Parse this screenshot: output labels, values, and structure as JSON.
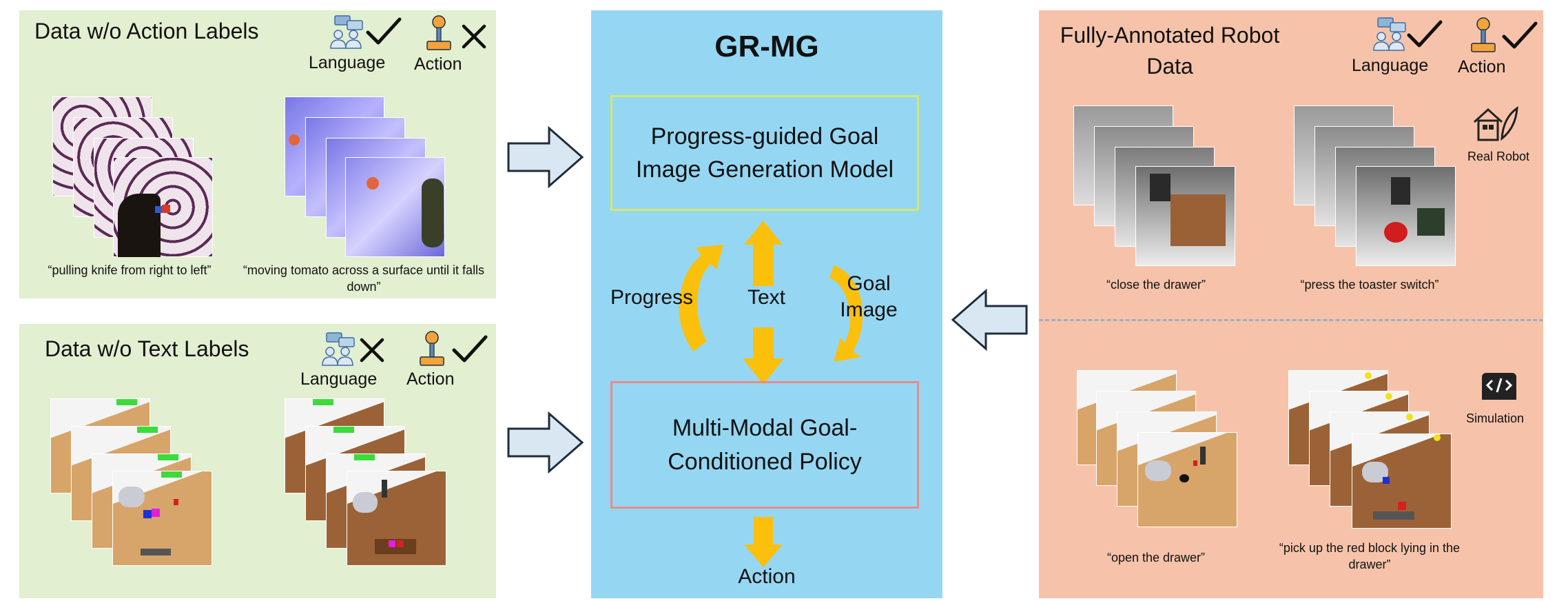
{
  "colors": {
    "green_panel": "#e2efd0",
    "blue_panel": "#95d7f3",
    "orange_panel": "#f6c3aa",
    "yellow_arrow": "#fbc00c",
    "gen_box_border": "#d4e86b",
    "policy_box_border": "#e98a8a",
    "light_arrow_fill": "#d8e7f2",
    "dark_outline": "#1f2d3a"
  },
  "left_top": {
    "title": "Data w/o Action Labels",
    "language_label": "Language",
    "action_label": "Action",
    "language_status": "check",
    "action_status": "cross",
    "captions": [
      "“pulling knife from right to left”",
      "“moving tomato across a surface until it falls down”"
    ]
  },
  "left_bottom": {
    "title": "Data w/o Text Labels",
    "language_label": "Language",
    "action_label": "Action",
    "language_status": "cross",
    "action_status": "check"
  },
  "center": {
    "title": "GR-MG",
    "gen_model": "Progress-guided Goal Image Generation Model",
    "progress": "Progress",
    "text": "Text",
    "goal_image": "Goal Image",
    "policy": "Multi-Modal Goal-Conditioned Policy",
    "action": "Action"
  },
  "right": {
    "title": "Fully-Annotated Robot Data",
    "language_label": "Language",
    "action_label": "Action",
    "language_status": "check",
    "action_status": "check",
    "real_robot_label": "Real Robot",
    "simulation_label": "Simulation",
    "real_captions": [
      "“close the drawer”",
      "“press the toaster switch”"
    ],
    "sim_captions": [
      "“open the drawer”",
      "“pick up the red block lying in the drawer”"
    ]
  }
}
